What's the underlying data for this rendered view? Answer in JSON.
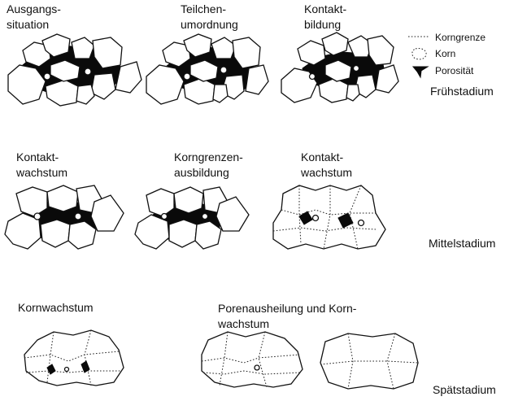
{
  "panels": [
    {
      "title_l1": "Ausgangs-",
      "title_l2": "situation"
    },
    {
      "title_l1": "Teilchen-",
      "title_l2": "umordnung"
    },
    {
      "title_l1": "Kontakt-",
      "title_l2": "bildung"
    },
    {
      "title_l1": "Kontakt-",
      "title_l2": "wachstum"
    },
    {
      "title_l1": "Korngrenzen-",
      "title_l2": "ausbildung"
    },
    {
      "title_l1": "Kontakt-",
      "title_l2": "wachstum"
    },
    {
      "title_l1": "Kornwachstum",
      "title_l2": ""
    },
    {
      "title_l1": "Porenausheilung und Korn-",
      "title_l2": "wachstum"
    }
  ],
  "legend": {
    "grain_boundary": "Korngrenze",
    "grain": "Korn",
    "porosity": "Porosität"
  },
  "stages": {
    "early": "Frühstadium",
    "middle": "Mittelstadium",
    "late": "Spätstadium"
  }
}
